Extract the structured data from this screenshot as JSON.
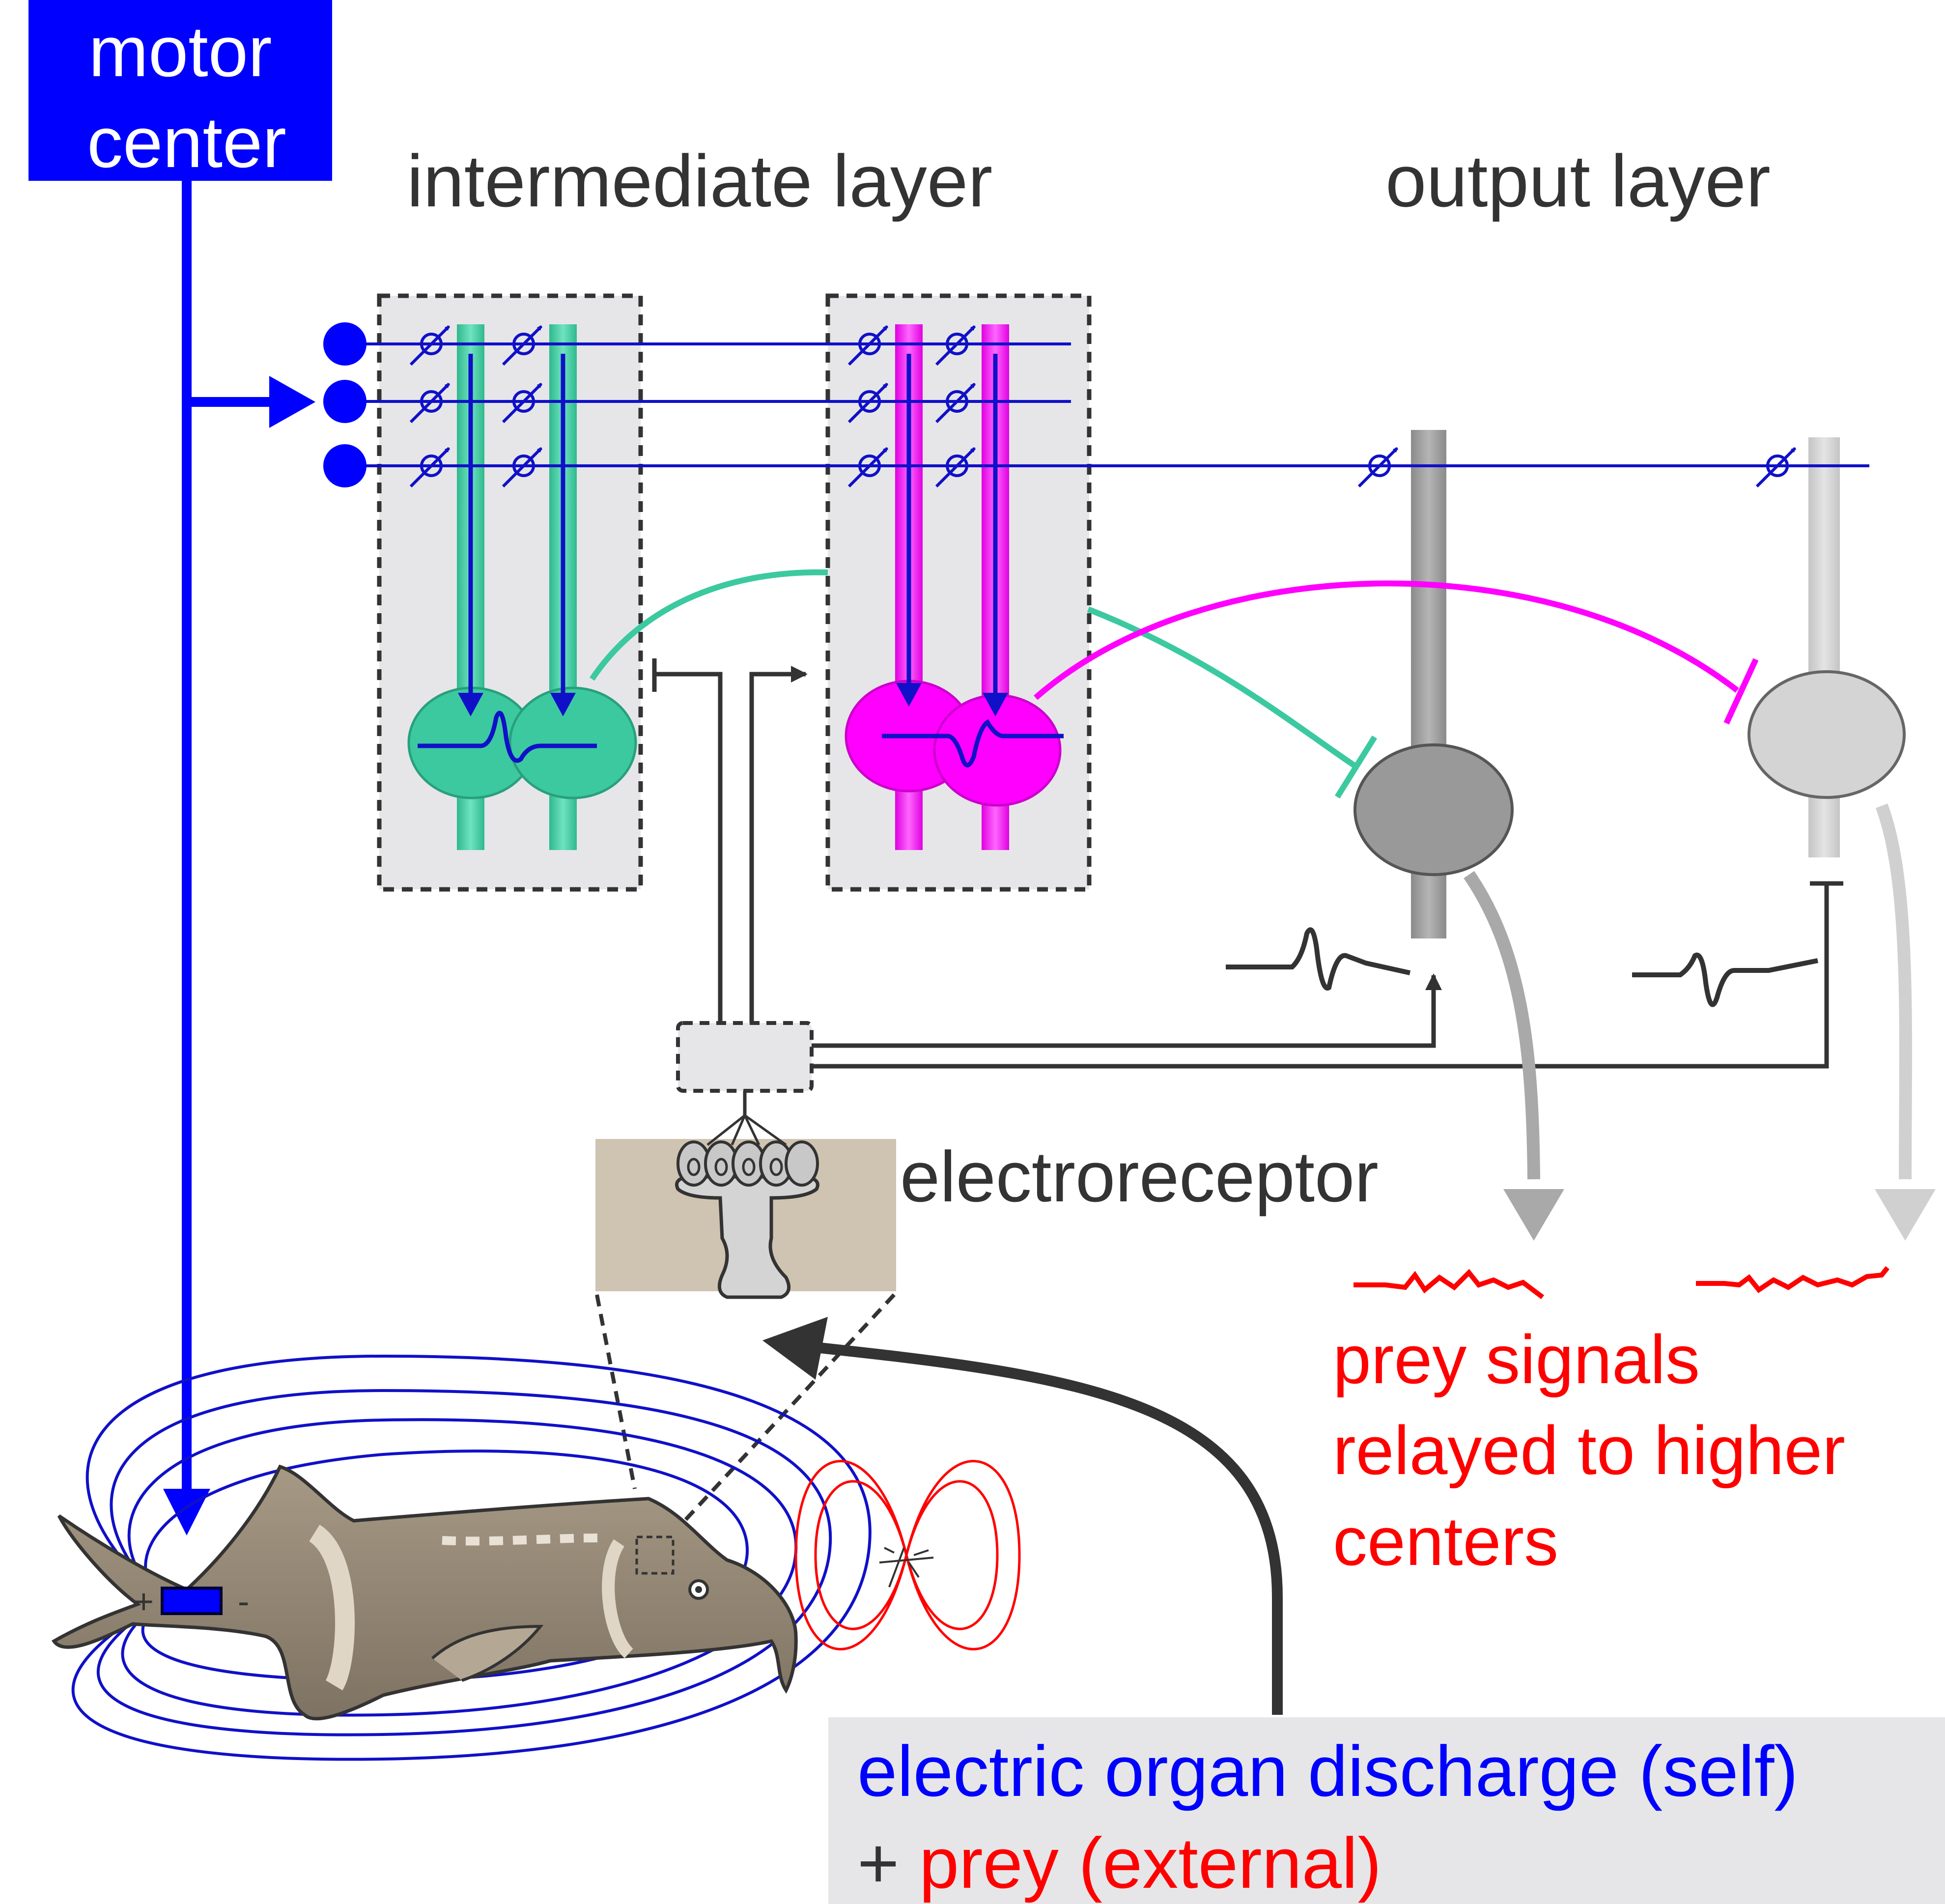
{
  "colors": {
    "motor_blue": "#0000ff",
    "line_blue": "#1010c8",
    "green_cell": "#3cc9a0",
    "magenta_cell": "#ff00ff",
    "dark_gray_cell": "#999999",
    "light_gray_cell": "#d4d4d4",
    "prey_red": "#ff0000",
    "text_dark": "#333333",
    "panel_gray": "#e6e6e8",
    "skin_tan": "#cfc3b1"
  },
  "labels": {
    "motor_center_line1": "motor",
    "motor_center_line2": "center",
    "intermediate_layer": "intermediate layer",
    "output_layer": "output layer",
    "electroreceptor": "electroreceptor",
    "prey_signals_line1": "prey signals",
    "prey_signals_line2": "relayed to higher",
    "prey_signals_line3": "centers",
    "eod_self": "electric organ discharge (self)",
    "plus": "+ ",
    "prey_external": "prey (external)",
    "organ_plus": "+",
    "organ_minus": "-"
  },
  "icons": [
    "synapse-plastic-icon",
    "fish-icon",
    "prey-insect-icon",
    "electroreceptor-cell-icon"
  ]
}
